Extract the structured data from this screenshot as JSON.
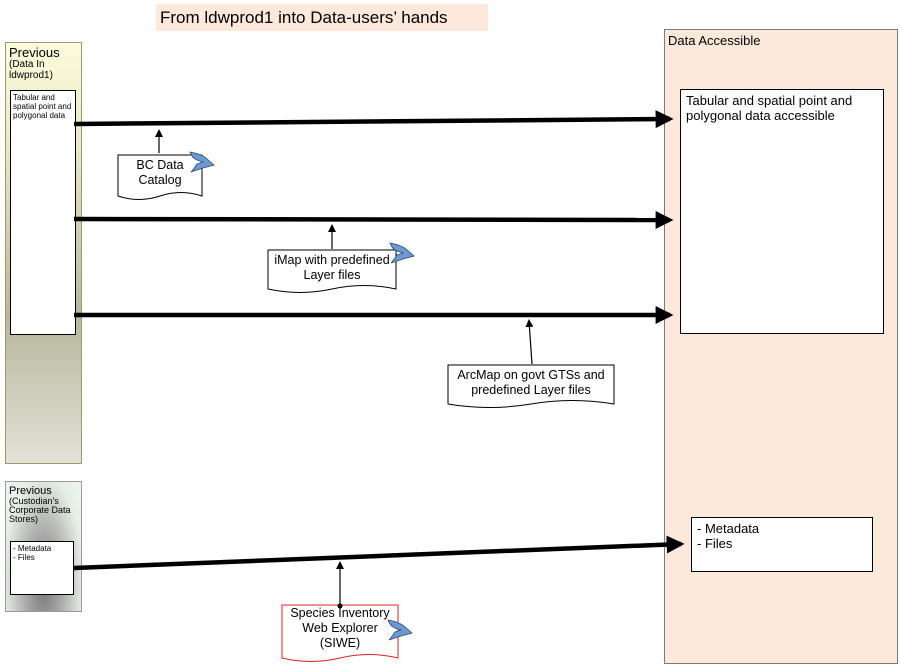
{
  "title": "From ldwprod1 into Data-users’ hands",
  "prev1": {
    "heading": "Previous",
    "sub": "(Data In ldwprod1)",
    "inner": "Tabular and spatial point and polygonal data"
  },
  "prev2": {
    "heading": "Previous",
    "sub": "(Custodian's Corporate Data Stores)",
    "inner_line1": "- Metadata",
    "inner_line2": "- Files"
  },
  "accessible": {
    "heading": "Data Accessible",
    "box1": "Tabular and spatial point and polygonal data accessible",
    "box2_line1": "- Metadata",
    "box2_line2": "- Files"
  },
  "docs": {
    "bc_catalog": "BC Data Catalog",
    "imap": "iMap with predefined Layer files",
    "arcmap": "ArcMap on govt GTSs and predefined Layer files",
    "siwe": "Species Inventory Web Explorer (SIWE)"
  },
  "icons": [
    "document-icon",
    "arrow-icon",
    "cloud-link-icon"
  ],
  "colors": {
    "title_bg": "#fde9dc",
    "accessible_bg": "#fde9dc",
    "siwe_border": "#e02020",
    "cloud_icon": "#6a9ad0"
  }
}
